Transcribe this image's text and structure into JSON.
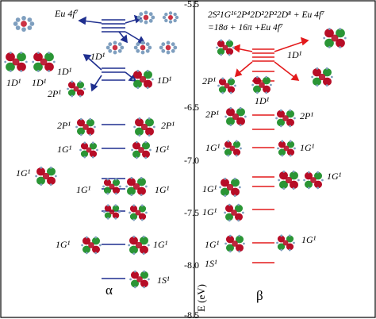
{
  "header": {
    "formula_line1": "2S²1G¹⁶2P⁴2D²2P²2D⁸ + Eu 4f⁷",
    "formula_line2": "=18σ + 16π +Eu 4f⁷"
  },
  "axis": {
    "ylabel": "E (eV)",
    "ticks": [
      "-5.5",
      "-6.5",
      "-7.0",
      "-7.5",
      "-8.0",
      "-8.5"
    ]
  },
  "spin_labels": {
    "alpha": "α",
    "beta": "β"
  },
  "alpha_labels": {
    "eu4f": "Eu 4f⁷",
    "l_1d_a": "1D¹",
    "l_1d_b": "1D¹",
    "l_1d_c": "1D¹",
    "l_1d_d": "1D¹",
    "l_1d_right": "1D¹",
    "l_2p_upper": "2P¹",
    "l_2p_left": "2P¹",
    "l_2p_right": "2P¹",
    "l_1g_1l": "1G¹",
    "l_1g_1r": "1G¹",
    "l_1g_2l": "1G¹",
    "l_1g_2r": "1G¹",
    "l_1g_3l": "1G¹",
    "l_1g_4l": "1G¹",
    "l_1g_4r": "1G¹",
    "l_1s": "1S¹"
  },
  "beta_labels": {
    "l_1d_top": "1D¹",
    "l_2p_upper": "2P¹",
    "l_1d_mid": "1D¹",
    "l_2p_left": "2P¹",
    "l_2p_right": "2P¹",
    "l_1g_1l": "1G¹",
    "l_1g_1r": "1G¹",
    "l_1g_2l": "1G¹",
    "l_1g_2r": "1G¹",
    "l_1g_3l": "1G¹",
    "l_1g_4l": "1G¹",
    "l_1g_4r": "1G¹",
    "l_1s": "1S¹"
  },
  "colors": {
    "alpha_level": "#1f2f8f",
    "beta_level": "#e31a1c",
    "lobe_red": "#b3001b",
    "lobe_green": "#1f8f2a",
    "atom": "#7f9fbf"
  }
}
